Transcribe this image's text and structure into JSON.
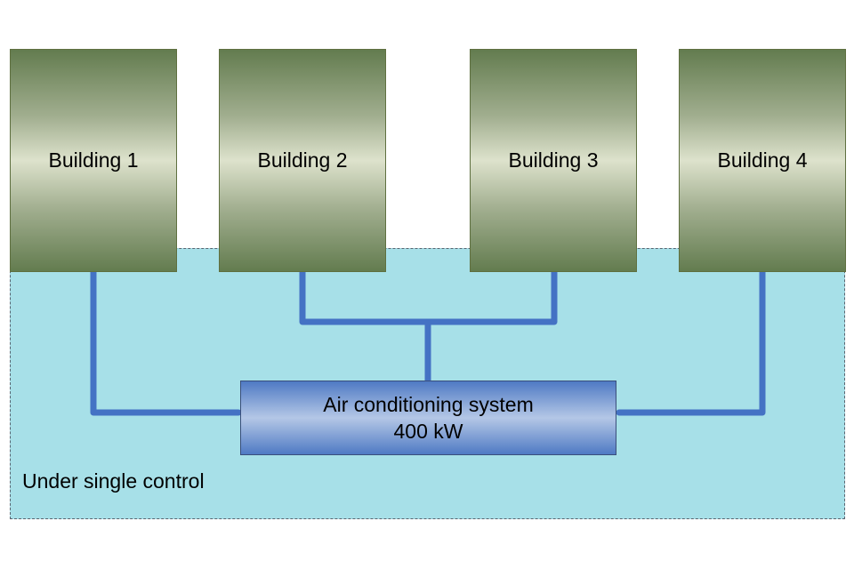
{
  "diagram": {
    "zone": {
      "label": "Under single control"
    },
    "buildings": [
      {
        "label": "Building 1"
      },
      {
        "label": "Building 2"
      },
      {
        "label": "Building 3"
      },
      {
        "label": "Building 4"
      }
    ],
    "system": {
      "title": "Air conditioning system",
      "capacity": "400 kW"
    },
    "colors": {
      "zone_fill": "#a7e0e8",
      "building_fill": "#637c4f",
      "pipe": "#4472c4",
      "system_fill": "#4f7ac4"
    },
    "connections": [
      {
        "from": "Building 1",
        "to": "Air conditioning system"
      },
      {
        "from": "Building 2",
        "to": "Air conditioning system"
      },
      {
        "from": "Building 3",
        "to": "Air conditioning system"
      },
      {
        "from": "Building 4",
        "to": "Air conditioning system"
      }
    ]
  }
}
